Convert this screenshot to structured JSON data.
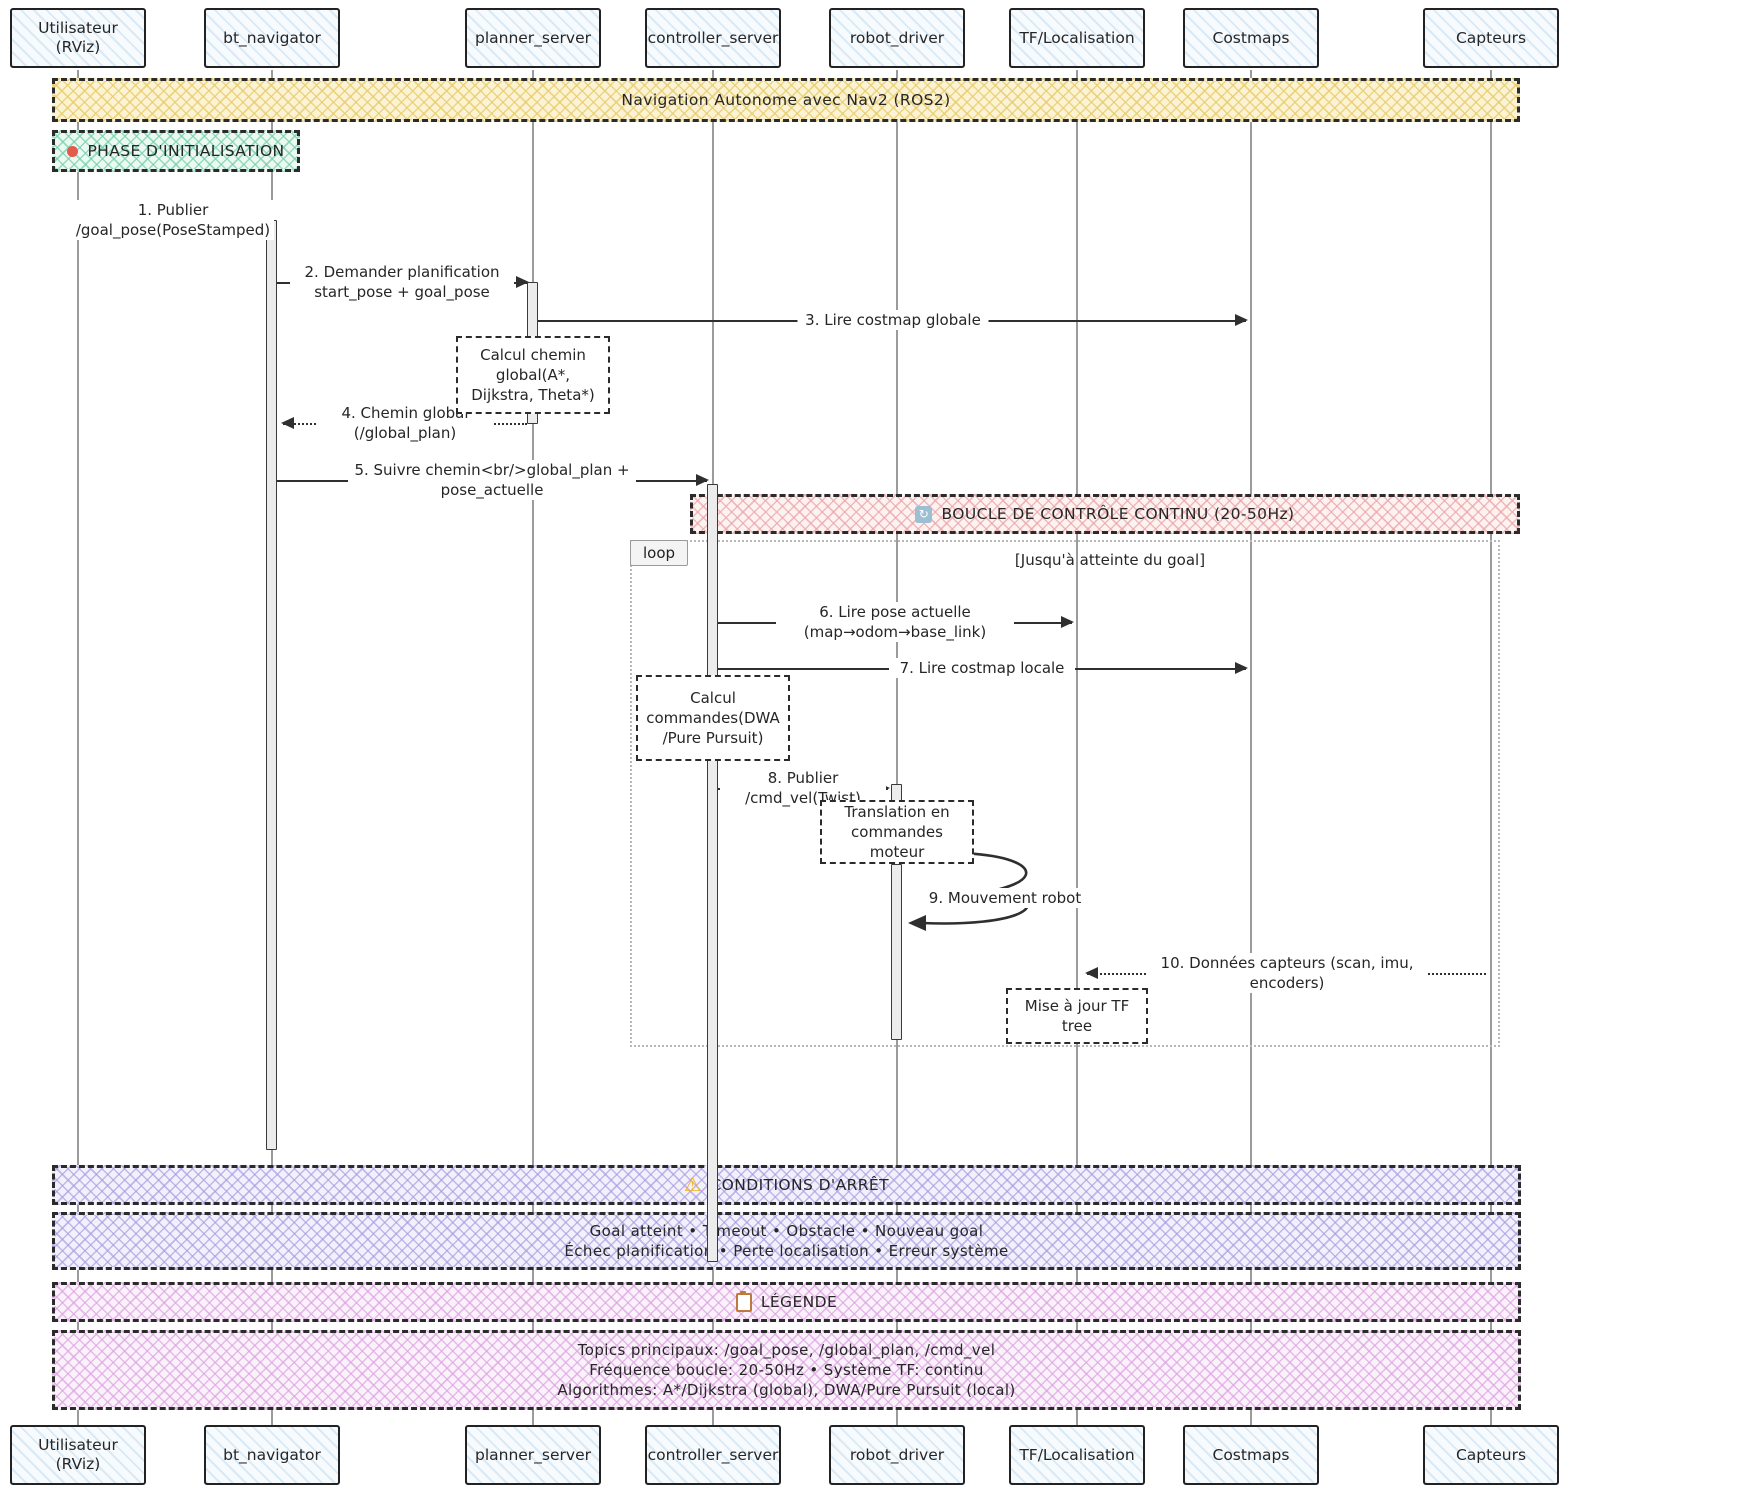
{
  "diagram": {
    "title": "Navigation Autonome avec Nav2 (ROS2)",
    "init_phase_title": "PHASE D'INITIALISATION",
    "control_loop_title": "BOUCLE DE CONTRÔLE CONTINU (20-50Hz)",
    "loop_label": "loop",
    "loop_condition": "[Jusqu'à atteinte du goal]",
    "stop_conditions_title": "CONDITIONS D'ARRÊT",
    "stop_conditions_line1": "Goal atteint • Timeout • Obstacle • Nouveau goal",
    "stop_conditions_line2": "Échec planification • Perte localisation • Erreur système",
    "legend_title": "LÉGENDE",
    "legend_line1": "Topics principaux: /goal_pose, /global_plan, /cmd_vel",
    "legend_line2": "Fréquence boucle: 20-50Hz • Système TF: continu",
    "legend_line3": "Algorithmes: A*/Dijkstra (global), DWA/Pure Pursuit (local)",
    "loop_icon_glyph": "↻",
    "warning_icon_glyph": "⚠"
  },
  "actors": [
    {
      "label": "Utilisateur (RViz)"
    },
    {
      "label": "bt_navigator"
    },
    {
      "label": "planner_server"
    },
    {
      "label": "controller_server"
    },
    {
      "label": "robot_driver"
    },
    {
      "label": "TF/Localisation"
    },
    {
      "label": "Costmaps"
    },
    {
      "label": "Capteurs"
    }
  ],
  "messages": [
    {
      "label": "1. Publier /goal_pose(PoseStamped)"
    },
    {
      "label": "2. Demander planification start_pose + goal_pose"
    },
    {
      "label": "3. Lire costmap globale"
    },
    {
      "label": "4. Chemin global (/global_plan)"
    },
    {
      "label": "5. Suivre chemin<br/>global_plan + pose_actuelle"
    },
    {
      "label": "6. Lire pose actuelle (map→odom→base_link)"
    },
    {
      "label": "7. Lire costmap locale"
    },
    {
      "label": "8. Publier /cmd_vel(Twist)"
    },
    {
      "label": "9. Mouvement robot"
    },
    {
      "label": "10. Données capteurs (scan, imu, encoders)"
    }
  ],
  "notes": [
    {
      "text": "Calcul chemin global(A*, Dijkstra, Theta*)"
    },
    {
      "text": "Calcul commandes(DWA/Pure Pursuit)"
    },
    {
      "text": "Translation en commandes moteur"
    },
    {
      "text": "Mise à jour TF tree"
    }
  ],
  "colors": {
    "title_banner": "#fbf3d4",
    "init_banner": "#ecf9f3",
    "loop_banner": "#fdf2f2",
    "stop_banner": "#f2f0fb",
    "legend_banner": "#faf1fb",
    "actor_fill": "#f7fbfe"
  }
}
